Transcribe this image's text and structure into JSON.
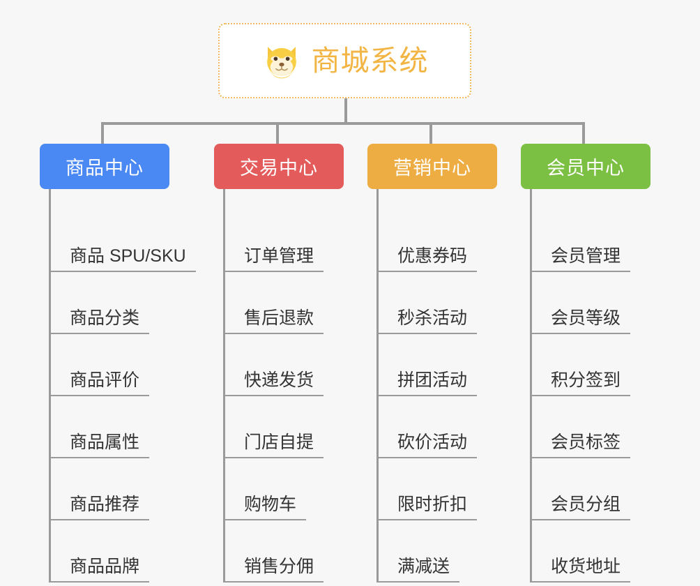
{
  "page": {
    "background": "#f7f7f7",
    "line_color": "#9a9a9a",
    "leaf_text_color": "#333333"
  },
  "root": {
    "title": "商城系统",
    "icon": "shiba-dog-emoji",
    "text_color": "#f2b544",
    "border_color": "#f0b95a",
    "background": "#ffffff"
  },
  "branches": [
    {
      "label": "商品中心",
      "color": "#4a89f3",
      "items": [
        "商品 SPU/SKU",
        "商品分类",
        "商品评价",
        "商品属性",
        "商品推荐",
        "商品品牌"
      ]
    },
    {
      "label": "交易中心",
      "color": "#e35b5b",
      "items": [
        "订单管理",
        "售后退款",
        "快递发货",
        "门店自提",
        "购物车",
        "销售分佣"
      ]
    },
    {
      "label": "营销中心",
      "color": "#edad43",
      "items": [
        "优惠券码",
        "秒杀活动",
        "拼团活动",
        "砍价活动",
        "限时折扣",
        "满减送"
      ]
    },
    {
      "label": "会员中心",
      "color": "#7cc043",
      "items": [
        "会员管理",
        "会员等级",
        "积分签到",
        "会员标签",
        "会员分组",
        "收货地址"
      ]
    }
  ]
}
